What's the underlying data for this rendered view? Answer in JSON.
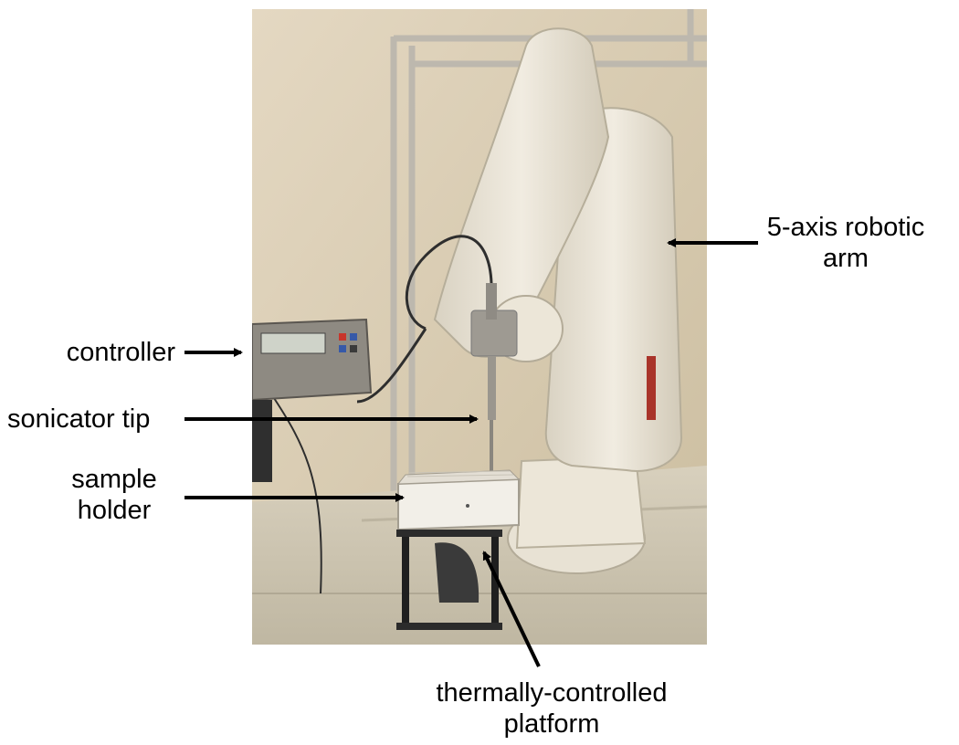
{
  "labels": {
    "controller": "controller",
    "sonicator_tip": "sonicator tip",
    "sample_holder": {
      "line1": "sample",
      "line2": "holder"
    },
    "robotic_arm": {
      "line1": "5-axis robotic",
      "line2": "arm"
    },
    "platform": {
      "line1": "thermally-controlled",
      "line2": "platform"
    }
  },
  "colors": {
    "text": "#000000",
    "arrow": "#000000",
    "wall": "#d9ccb4",
    "robot": "#ece6d8",
    "frame": "#c4c0b8",
    "floor": "#cfc8b6"
  }
}
